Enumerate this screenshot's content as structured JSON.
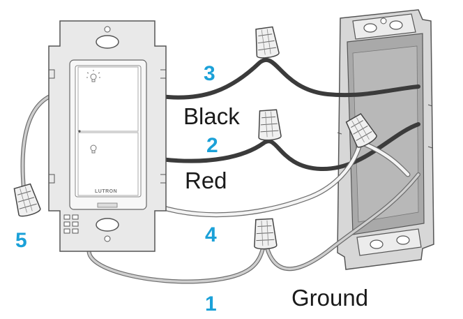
{
  "labels": {
    "step_1": "1",
    "step_2": "2",
    "step_3": "3",
    "step_4": "4",
    "step_5": "5",
    "black": "Black",
    "red": "Red",
    "ground": "Ground"
  },
  "switch": {
    "brand": "LUTRON",
    "top_button_icon": "light-on-icon",
    "bottom_button_icon": "light-off-icon"
  },
  "colors": {
    "accent": "#1ba1d8",
    "wire_dark": "#3b3b3b",
    "wire_light": "#f4f4f4",
    "wire_outline": "#7a7a7a",
    "plate": "#e9e9e9",
    "box_gray": "#a7a7a7"
  }
}
